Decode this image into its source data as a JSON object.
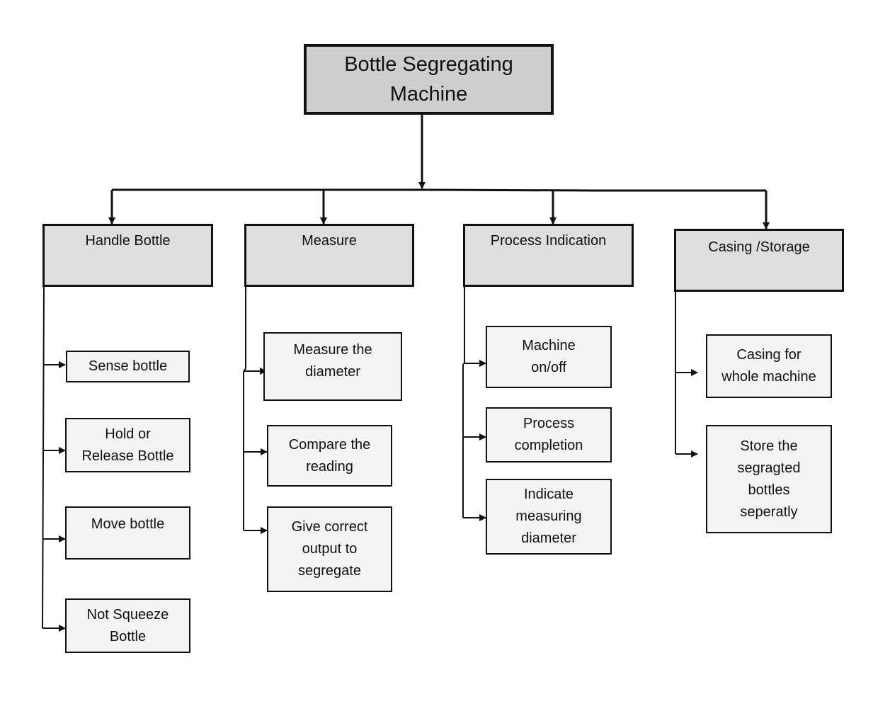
{
  "root": {
    "line1": "Bottle Segregating",
    "line2": "Machine"
  },
  "categories": [
    {
      "label": "Handle Bottle",
      "items": [
        {
          "lines": [
            "Sense bottle"
          ]
        },
        {
          "lines": [
            "Hold or",
            "Release Bottle"
          ]
        },
        {
          "lines": [
            "Move bottle"
          ]
        },
        {
          "lines": [
            "Not Squeeze",
            "Bottle"
          ]
        }
      ]
    },
    {
      "label": "Measure",
      "items": [
        {
          "lines": [
            "Measure the",
            "diameter"
          ]
        },
        {
          "lines": [
            "Compare the",
            "reading"
          ]
        },
        {
          "lines": [
            "Give correct",
            "output to",
            "segregate"
          ]
        }
      ]
    },
    {
      "label": "Process Indication",
      "items": [
        {
          "lines": [
            "Machine",
            "on/off"
          ]
        },
        {
          "lines": [
            "Process",
            "completion"
          ]
        },
        {
          "lines": [
            "Indicate",
            "measuring",
            "diameter"
          ]
        }
      ]
    },
    {
      "label": "Casing /Storage",
      "items": [
        {
          "lines": [
            "Casing for",
            "whole machine"
          ]
        },
        {
          "lines": [
            "Store the",
            "segragted",
            "bottles",
            "seperatly"
          ]
        }
      ]
    }
  ]
}
